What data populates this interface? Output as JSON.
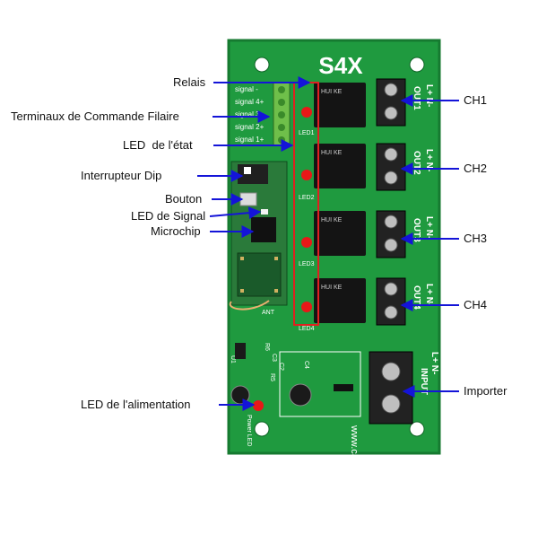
{
  "board": {
    "model": "S4X",
    "website": "www.carymart.com",
    "relay_brand": "HUI KE",
    "silk": {
      "signal_terms": [
        "signal 1+",
        "signal 2+",
        "signal 3+",
        "signal 4+",
        "signal -"
      ],
      "leds": [
        "LED1",
        "LED2",
        "LED3",
        "LED4"
      ],
      "outputs": [
        "OUT1",
        "OUT2",
        "OUT3",
        "OUT4"
      ],
      "output_polarity": "L+ N-",
      "input": "INPUT",
      "input_polarity": "L+ N-",
      "power_led": "Power LED",
      "ant": "ANT",
      "small_parts": [
        "R6",
        "C3",
        "C2",
        "R5",
        "C4",
        "U1"
      ]
    }
  },
  "callouts": {
    "left": [
      "Relais",
      "Terminaux de Commande Filaire",
      "LED  de l'état",
      "Interrupteur Dip",
      "Bouton",
      "LED de Signal",
      "Microchip",
      "LED de l'alimentation"
    ],
    "right": [
      "CH1",
      "CH2",
      "CH3",
      "CH4",
      "Importer"
    ]
  },
  "colors": {
    "pcb": "#1f9a3f",
    "pcb_edge": "#167a30",
    "arrow": "#1414d8",
    "highlight": "#e02020",
    "relay": "#141414",
    "terminal": "#222222",
    "led": "#e81818"
  }
}
